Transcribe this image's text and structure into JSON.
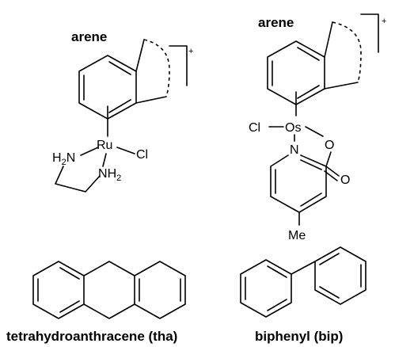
{
  "ru_complex": {
    "arene": "arene",
    "charge": "+",
    "metal": "Ru",
    "chloride": "Cl",
    "amine1_h": "H",
    "amine1_sub": "2",
    "amine1_n": "N",
    "amine2_n": "N",
    "amine2_h": "H",
    "amine2_sub": "2"
  },
  "os_complex": {
    "arene": "arene",
    "charge": "+",
    "metal": "Os",
    "chloride": "Cl",
    "oxygen_ring": "O",
    "oxygen_carbonyl": "O",
    "pyridine_n": "N",
    "methyl": "Me"
  },
  "captions": {
    "tha": "tetrahydroanthracene (tha)",
    "bip": "biphenyl (bip)"
  }
}
